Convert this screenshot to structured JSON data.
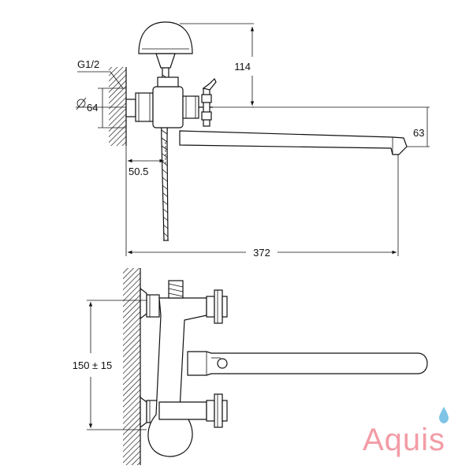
{
  "top_view": {
    "dims": {
      "height_114": "114",
      "thread": "G1/2",
      "diameter": "64",
      "height_63": "63",
      "offset": "50.5",
      "length": "372"
    }
  },
  "bottom_view": {
    "dims": {
      "spacing": "150 ± 15"
    }
  },
  "brand": {
    "name": "Aquis",
    "accent_color": "#f39ca6",
    "drop_color": "#7fc4e6"
  }
}
